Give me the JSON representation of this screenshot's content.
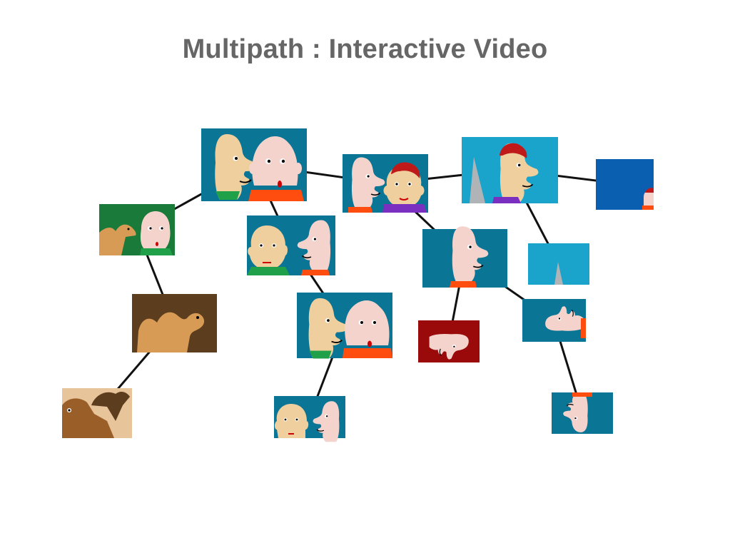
{
  "title": "Multipath : Interactive Video",
  "colors": {
    "title": "#666666",
    "connector": "#111111",
    "teal": "#0b7595",
    "sky": "#1aa4cc",
    "blue": "#0a5fb0",
    "green": "#1a7a3a",
    "brown": "#5c3d1e",
    "tan": "#e8c49a",
    "red": "#9b0a0a"
  },
  "nodes": [
    {
      "id": "root",
      "scene": "two-faces-large"
    },
    {
      "id": "camel-green",
      "scene": "camel-and-face"
    },
    {
      "id": "camel-brown",
      "scene": "camel"
    },
    {
      "id": "camel-close",
      "scene": "camel-closeup"
    },
    {
      "id": "two-faces-b",
      "scene": "two-faces-swapped"
    },
    {
      "id": "two-faces-c",
      "scene": "two-faces-large"
    },
    {
      "id": "two-faces-d",
      "scene": "two-faces-swapped-crop"
    },
    {
      "id": "face-redhair",
      "scene": "face-and-redhead"
    },
    {
      "id": "redhead-large",
      "scene": "redhead-with-spike"
    },
    {
      "id": "blue-corner",
      "scene": "tiny-face-corner"
    },
    {
      "id": "spike-only",
      "scene": "spike"
    },
    {
      "id": "face-single",
      "scene": "single-face"
    },
    {
      "id": "face-red",
      "scene": "rotated-face-red"
    },
    {
      "id": "face-sideways",
      "scene": "sideways-face"
    },
    {
      "id": "face-down",
      "scene": "upside-face"
    }
  ],
  "edges": [
    [
      "root",
      "camel-green"
    ],
    [
      "root",
      "two-faces-b"
    ],
    [
      "root",
      "face-redhair"
    ],
    [
      "camel-green",
      "camel-brown"
    ],
    [
      "camel-brown",
      "camel-close"
    ],
    [
      "two-faces-b",
      "two-faces-c"
    ],
    [
      "two-faces-c",
      "two-faces-d"
    ],
    [
      "face-redhair",
      "redhead-large"
    ],
    [
      "face-redhair",
      "face-single"
    ],
    [
      "redhead-large",
      "blue-corner"
    ],
    [
      "redhead-large",
      "spike-only"
    ],
    [
      "face-single",
      "face-red"
    ],
    [
      "face-single",
      "face-sideways"
    ],
    [
      "face-sideways",
      "face-down"
    ]
  ]
}
